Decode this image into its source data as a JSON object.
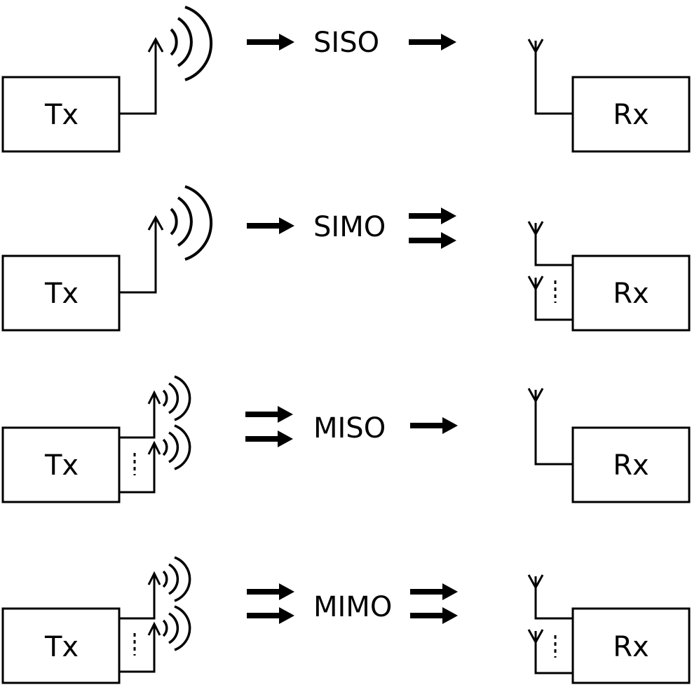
{
  "rows": [
    {
      "mode": "SISO",
      "tx_label": "Tx",
      "rx_label": "Rx",
      "tx_antennas": "single",
      "rx_antennas": "single"
    },
    {
      "mode": "SIMO",
      "tx_label": "Tx",
      "rx_label": "Rx",
      "tx_antennas": "single",
      "rx_antennas": "multiple"
    },
    {
      "mode": "MISO",
      "tx_label": "Tx",
      "rx_label": "Rx",
      "tx_antennas": "multiple",
      "rx_antennas": "single"
    },
    {
      "mode": "MIMO",
      "tx_label": "Tx",
      "rx_label": "Rx",
      "tx_antennas": "multiple",
      "rx_antennas": "multiple"
    }
  ],
  "colors": {
    "stroke": "#000000",
    "background": "#ffffff"
  }
}
